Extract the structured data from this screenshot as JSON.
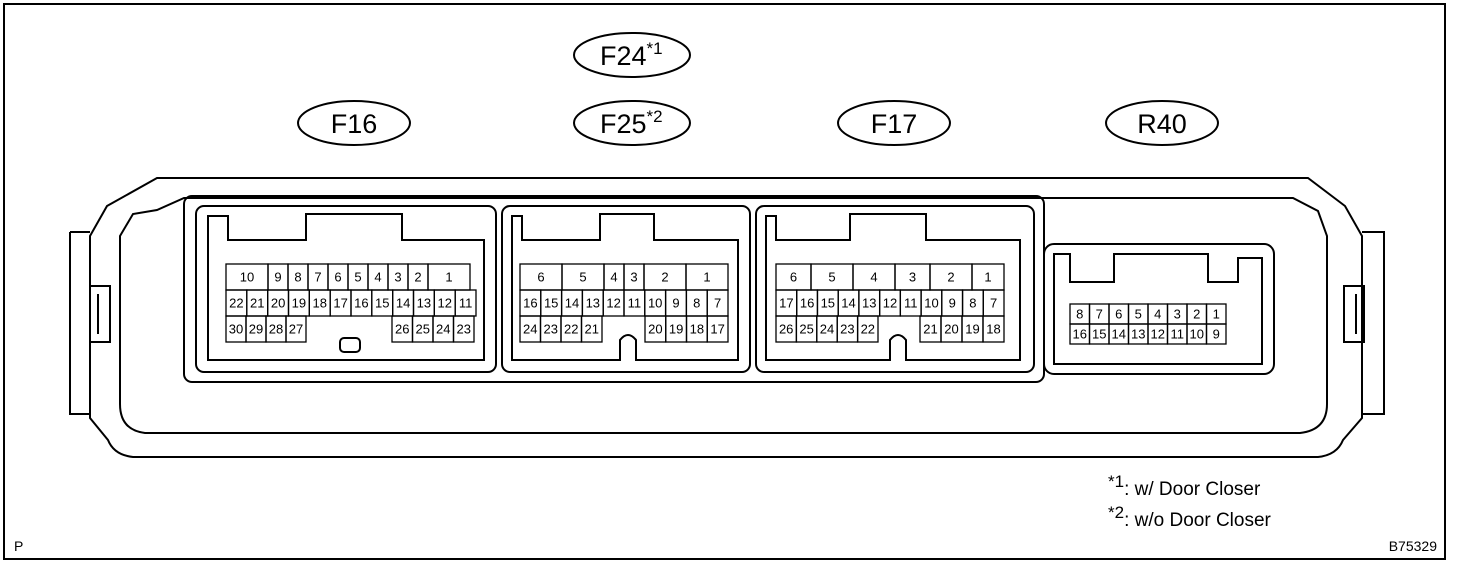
{
  "labels": {
    "f16": "F16",
    "f24": "F24",
    "f24_sup": "*1",
    "f25": "F25",
    "f25_sup": "*2",
    "f17": "F17",
    "r40": "R40"
  },
  "notes": {
    "n1_sup": "*1",
    "n1_text": ": w/ Door Closer",
    "n2_sup": "*2",
    "n2_text": ": w/o Door Closer"
  },
  "corner_left": "P",
  "corner_right": "B75329",
  "connectors": {
    "f16": {
      "row1": [
        "10",
        "9",
        "8",
        "7",
        "6",
        "5",
        "4",
        "3",
        "2",
        "1"
      ],
      "row2": [
        "22",
        "21",
        "20",
        "19",
        "18",
        "17",
        "16",
        "15",
        "14",
        "13",
        "12",
        "11"
      ],
      "row3_left": [
        "30",
        "29",
        "28",
        "27"
      ],
      "row3_right": [
        "26",
        "25",
        "24",
        "23"
      ]
    },
    "f24_f25": {
      "row1": [
        "6",
        "5",
        "4",
        "3",
        "2",
        "1"
      ],
      "row2": [
        "16",
        "15",
        "14",
        "13",
        "12",
        "11",
        "10",
        "9",
        "8",
        "7"
      ],
      "row3_left": [
        "24",
        "23",
        "22",
        "21"
      ],
      "row3_right": [
        "20",
        "19",
        "18",
        "17"
      ]
    },
    "f17": {
      "row1": [
        "6",
        "5",
        "4",
        "3",
        "2",
        "1"
      ],
      "row2": [
        "17",
        "16",
        "15",
        "14",
        "13",
        "12",
        "11",
        "10",
        "9",
        "8",
        "7"
      ],
      "row3_left": [
        "26",
        "25",
        "24",
        "23",
        "22"
      ],
      "row3_right": [
        "21",
        "20",
        "19",
        "18"
      ]
    },
    "r40": {
      "row1": [
        "8",
        "7",
        "6",
        "5",
        "4",
        "3",
        "2",
        "1"
      ],
      "row2": [
        "16",
        "15",
        "14",
        "13",
        "12",
        "11",
        "10",
        "9"
      ]
    }
  }
}
